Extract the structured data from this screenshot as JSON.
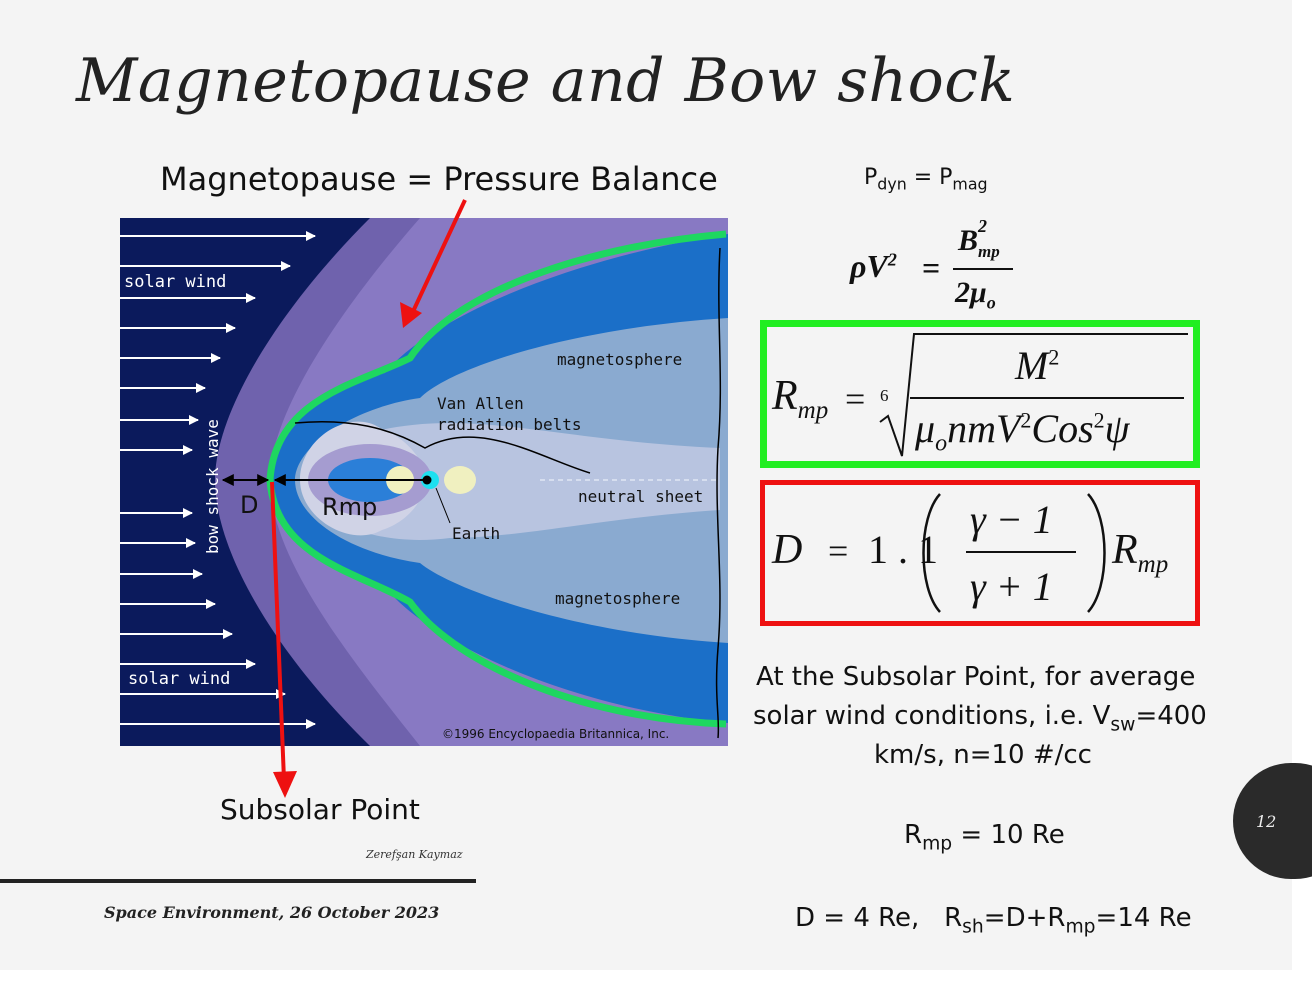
{
  "title": "Magnetopause and Bow shock",
  "labels": {
    "magnetopause_balance": "Magnetopause = Pressure Balance",
    "subsolar_point": "Subsolar Point"
  },
  "diagram": {
    "solar_wind_top": "solar wind",
    "solar_wind_bottom": "solar wind",
    "bow_shock_wave": "bow shock wave",
    "magnetosphere_top": "magnetosphere",
    "magnetosphere_bottom": "magnetosphere",
    "van_allen_line1": "Van Allen",
    "van_allen_line2": "radiation belts",
    "neutral_sheet": "neutral sheet",
    "earth": "Earth",
    "d_label": "D",
    "rmp_label": "Rmp",
    "copyright": "©1996 Encyclopaedia Britannica, Inc."
  },
  "equations": {
    "pdyn_P": "P",
    "pdyn_sub": "dyn",
    "pmag_eq": " = P",
    "pmag_sub": "mag",
    "pressure_lhs": "ρV",
    "pressure_lhs_exp": "2",
    "pressure_eq": "=",
    "pressure_num": "B",
    "pressure_num_exp": "2",
    "pressure_num_sub": "mp",
    "pressure_den": "2μ",
    "pressure_den_sub": "o",
    "rmp_lhs": "R",
    "rmp_lhs_sub": "mp",
    "rmp_eq": "=",
    "rmp_root_index": "6",
    "rmp_num": "M",
    "rmp_num_exp": "2",
    "rmp_den_mu": "μ",
    "rmp_den_mu_sub": "o",
    "rmp_den_nmV": "nmV",
    "rmp_den_v_exp": "2",
    "rmp_den_cos": "Cos",
    "rmp_den_cos_exp": "2",
    "rmp_den_psi": "ψ",
    "d_lhs": "D",
    "d_eq": "=",
    "d_coef": "1 . 1",
    "d_num": "γ  − 1",
    "d_den": "γ  + 1",
    "d_rhs": "R",
    "d_rhs_sub": "mp"
  },
  "notes": {
    "subsolar_line1": "At the Subsolar Point, for average",
    "subsolar_line2a": "solar wind conditions, i.e. V",
    "subsolar_line2_sub": "sw",
    "subsolar_line2b": "=400",
    "subsolar_line3": "km/s, n=10 #/cc",
    "rmp_value_R": "R",
    "rmp_value_sub": "mp",
    "rmp_value_rest": " = 10 Re",
    "d_value_a": "D = 4 Re,   R",
    "d_value_sub1": "sh",
    "d_value_b": "=D+R",
    "d_value_sub2": "mp",
    "d_value_c": "=14 Re"
  },
  "page_number": "12",
  "author": "Zerefşan Kaymaz",
  "footer": "Space Environment, 26 October 2023",
  "colors": {
    "green_box": "#22ee22",
    "red_box": "#ee1111",
    "magnetopause_line": "#1ed760",
    "arrow_red": "#ee1111",
    "diagram_bg": "#0b1a5c"
  }
}
